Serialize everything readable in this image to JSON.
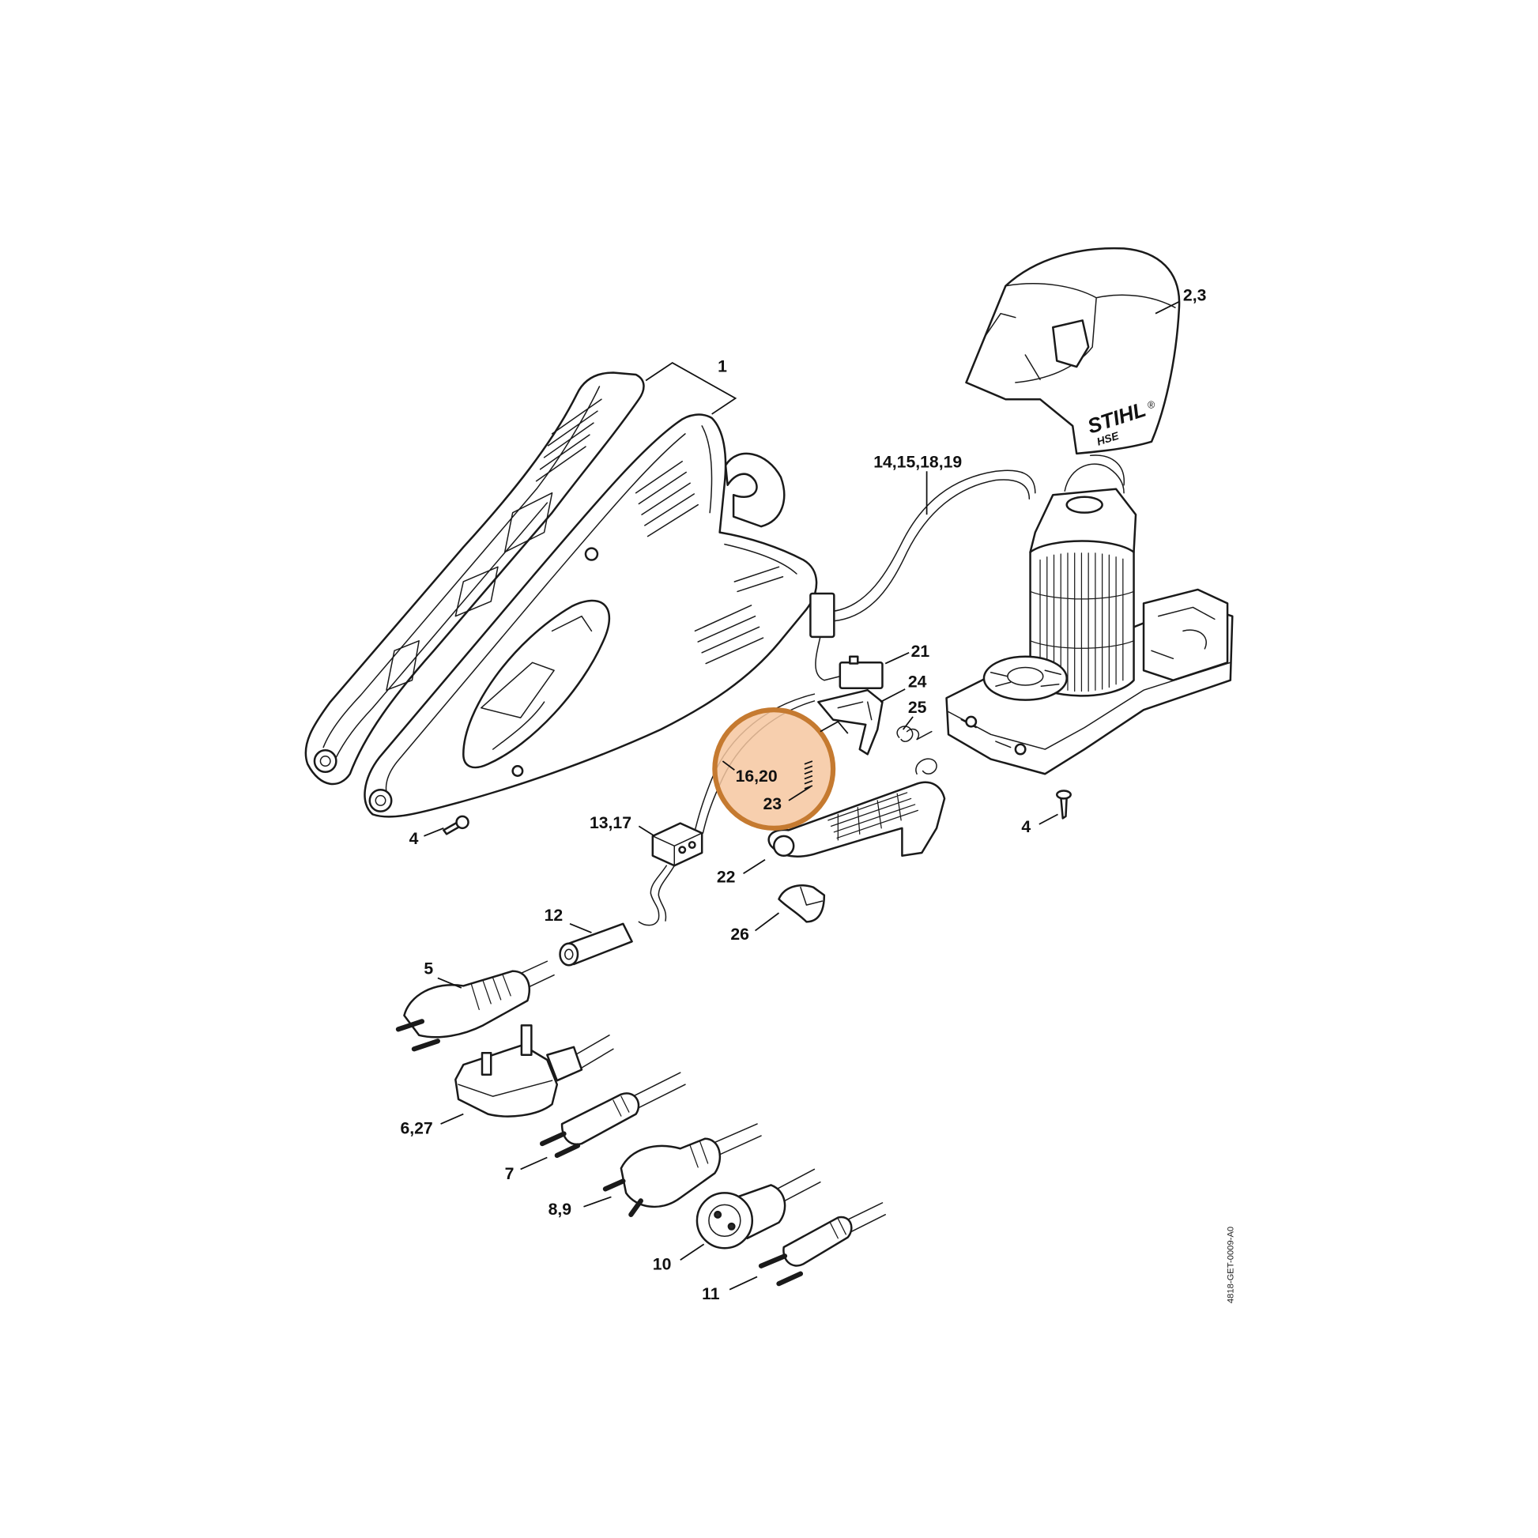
{
  "colors": {
    "highlight_fill": "#f6c7a0",
    "highlight_stroke": "#c57a30",
    "line": "#1a1a1a"
  },
  "logo": {
    "brand": "STIHL",
    "registered": "®",
    "model": "HSE"
  },
  "drawing_code": "4818-GET-0009-A0",
  "callouts": {
    "housing": "1",
    "cover": "2,3",
    "screw_left": "4",
    "screw_right": "4",
    "plug_a": "5",
    "plug_b": "6,27",
    "plug_c": "7",
    "plug_d": "8,9",
    "plug_e": "10",
    "plug_f": "11",
    "sleeve": "12",
    "connector": "13,17",
    "cable_set": "14,15,18,19",
    "highlight_top": "16,20",
    "highlight_bottom": "23",
    "switch": "21",
    "trigger": "22",
    "lever": "24",
    "spring": "25",
    "button": "26"
  }
}
